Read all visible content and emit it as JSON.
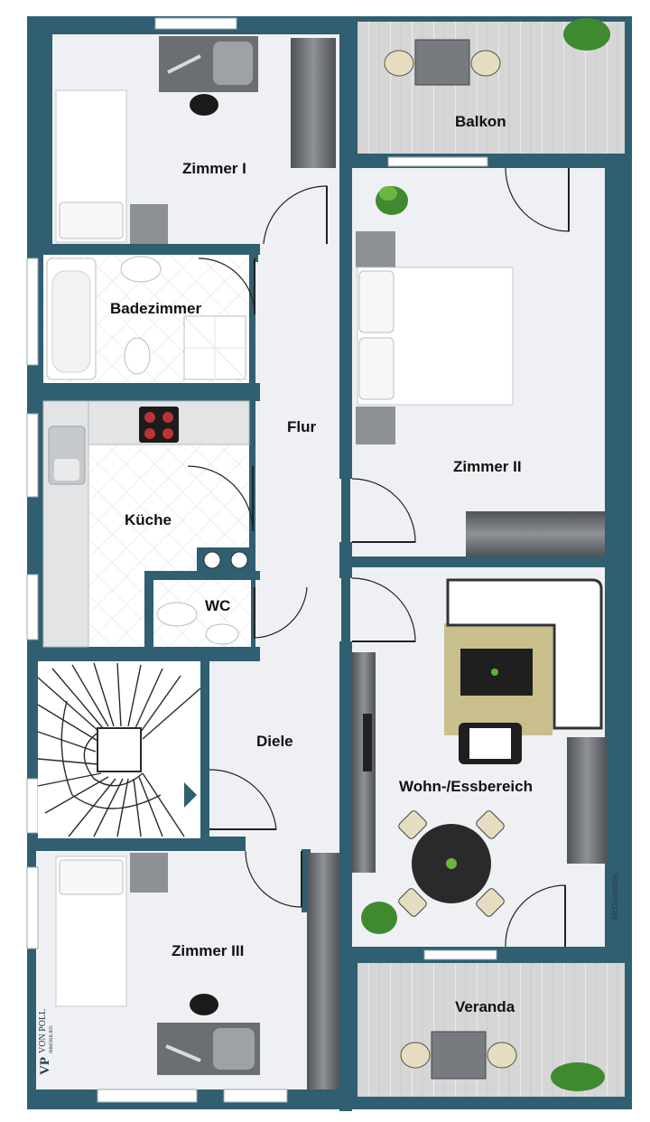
{
  "rooms": {
    "zimmer1": "Zimmer I",
    "balkon": "Balkon",
    "badezimmer": "Badezimmer",
    "flur": "Flur",
    "zimmer2": "Zimmer II",
    "kueche": "Küche",
    "wc": "WC",
    "diele": "Diele",
    "wohn": "Wohn-/Essbereich",
    "zimmer3": "Zimmer III",
    "veranda": "Veranda"
  },
  "credit": "McGrundriss",
  "logo": {
    "initials": "VP",
    "brand": "VON POLL",
    "sub": "IMMOBILIEN"
  },
  "colors": {
    "wall": "#2f5f70",
    "floor": "#eef0f3",
    "tile": "#ffffff",
    "deck": "#d2d2d2",
    "furniture_dark": "#5c5f63"
  }
}
